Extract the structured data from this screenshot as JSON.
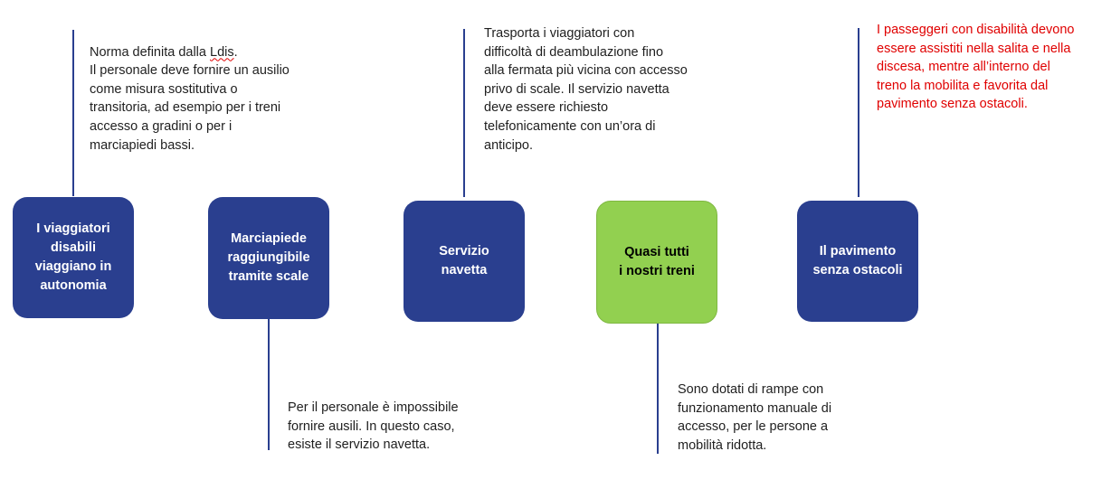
{
  "steps": [
    {
      "label": "I viaggiatori\ndisabili\nviaggiano in\nautonomia",
      "note_line1_prefix": "Norma definita dalla ",
      "note_line1_term": "Ldis",
      "note_line1_suffix": ".",
      "note_rest": "Il personale deve fornire un ausilio\ncome misura sostitutiva o\ntransitoria, ad esempio per i treni\naccesso a gradini o per i\nmarciapiedi bassi."
    },
    {
      "label": "Marciapiede\nraggiungibile\ntramite scale",
      "note": "Per il personale è impossibile\nfornire ausili. In questo caso,\nesiste il servizio navetta."
    },
    {
      "label": "Servizio\nnavetta",
      "note": "Trasporta i viaggiatori con\ndifficoltà di deambulazione fino\nalla fermata più vicina con accesso\nprivo di scale. Il servizio navetta\ndeve essere richiesto\ntelefonicamente con un’ora di\nanticipo."
    },
    {
      "label": "Quasi tutti\ni nostri treni",
      "note": "Sono dotati di rampe con\nfunzionamento manuale di\naccesso, per le persone a\nmobilità ridotta."
    },
    {
      "label": "Il pavimento\nsenza ostacoli",
      "note": "I passeggeri con disabilità devono\nessere assistiti nella salita e nella\ndiscesa, mentre all’interno del\ntreno la mobilita e favorita dal\npavimento senza ostacoli."
    }
  ],
  "colors": {
    "box_blue": "#2a3f8f",
    "box_green": "#92d050",
    "line": "#2a3f8f",
    "note_text": "#1f1f1f",
    "note_red": "#e00000"
  }
}
